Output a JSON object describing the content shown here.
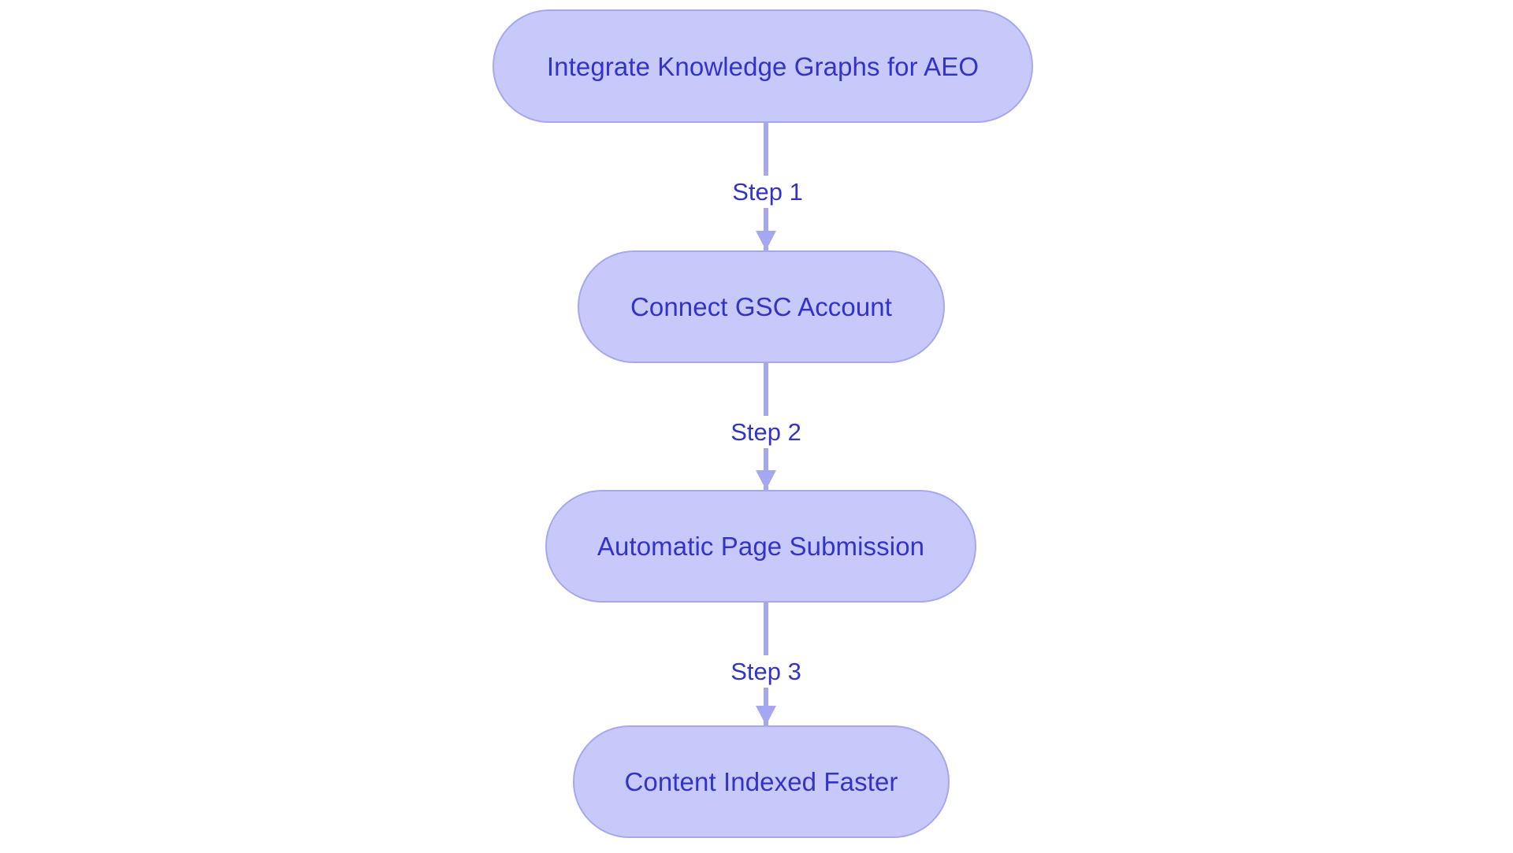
{
  "diagram": {
    "type": "flowchart",
    "orientation": "top-to-bottom",
    "background_color": "#ffffff",
    "node_fill_color": "#c8c9fb",
    "node_border_color": "#a5a8f0",
    "node_text_color": "#3333cc",
    "edge_color": "#a5a8f0",
    "edge_label_color": "#3333cc",
    "nodes": [
      {
        "id": "node-1",
        "label": "Integrate Knowledge Graphs for AEO",
        "shape": "stadium"
      },
      {
        "id": "node-2",
        "label": "Connect GSC Account",
        "shape": "stadium"
      },
      {
        "id": "node-3",
        "label": "Automatic Page Submission",
        "shape": "stadium"
      },
      {
        "id": "node-4",
        "label": "Content Indexed Faster",
        "shape": "stadium"
      }
    ],
    "edges": [
      {
        "id": "edge-1",
        "from": "node-1",
        "to": "node-2",
        "label": "Step 1",
        "arrowhead": "triangle"
      },
      {
        "id": "edge-2",
        "from": "node-2",
        "to": "node-3",
        "label": "Step 2",
        "arrowhead": "triangle"
      },
      {
        "id": "edge-3",
        "from": "node-3",
        "to": "node-4",
        "label": "Step 3",
        "arrowhead": "triangle"
      }
    ]
  }
}
